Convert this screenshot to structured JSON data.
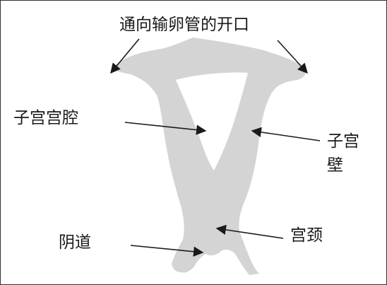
{
  "labels": {
    "fallopian_openings": "通向输卵管的开口",
    "uterine_cavity": "子宫宫腔",
    "uterine_wall": "子宫壁",
    "cervix": "宫颈",
    "vagina": "阴道"
  },
  "colors": {
    "tissue": "#d4d4d4",
    "cavity": "#ffffff",
    "arrow": "#1a1a1a",
    "text": "#1a1a1a",
    "border": "#333333"
  }
}
